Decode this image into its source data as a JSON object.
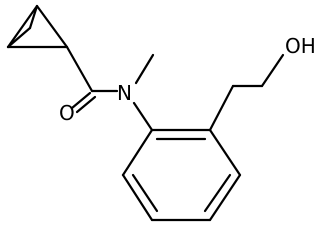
{
  "diagram": {
    "type": "chemical-structure",
    "atoms": {
      "oxygen_carbonyl": "O",
      "nitrogen": "N",
      "oxygen_hydroxyl": "OH"
    },
    "colors": {
      "bond": "#000000",
      "label": "#000000",
      "background": "#ffffff"
    }
  }
}
